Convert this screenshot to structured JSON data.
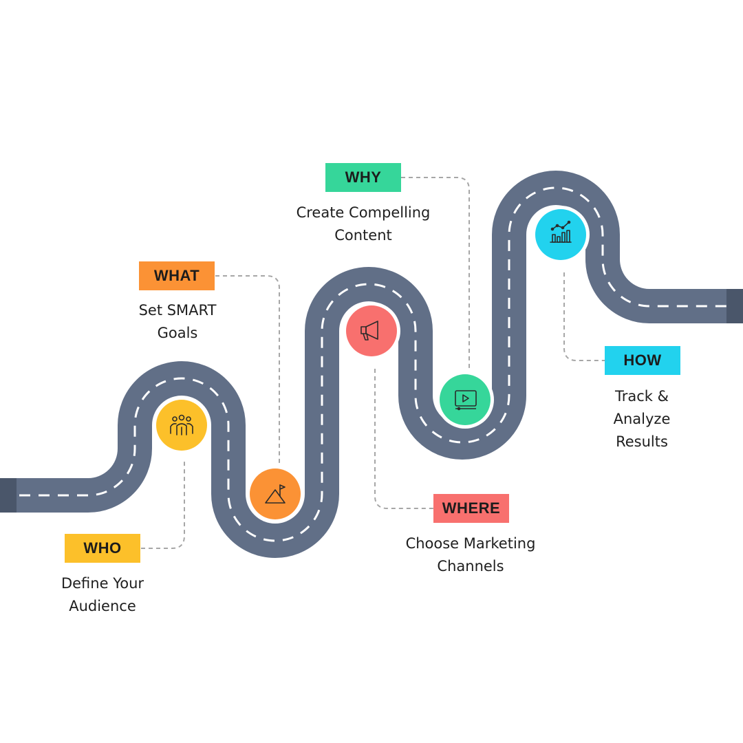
{
  "colors": {
    "road": "#616f87",
    "road_cap": "#4a566a",
    "lane_marking": "#ffffff",
    "connector": "#a6a6a6",
    "who": "#fcc02a",
    "what": "#fb9235",
    "why": "#36d69a",
    "where": "#f8706e",
    "how": "#22d2ee"
  },
  "steps": {
    "who": {
      "label": "WHO",
      "text_line1": "Define Your",
      "text_line2": "Audience",
      "icon": "people-group-icon"
    },
    "what": {
      "label": "WHAT",
      "text_line1": "Set SMART",
      "text_line2": "Goals",
      "icon": "mountain-flag-icon"
    },
    "where": {
      "label": "WHERE",
      "text_line1": "Choose Marketing",
      "text_line2": "Channels",
      "icon": "megaphone-icon"
    },
    "why": {
      "label": "WHY",
      "text_line1": "Create Compelling",
      "text_line2": "Content",
      "icon": "video-player-icon"
    },
    "how": {
      "label": "HOW",
      "text_line1": "Track &",
      "text_line2": "Analyze",
      "text_line3": "Results",
      "icon": "analytics-chart-icon"
    }
  }
}
